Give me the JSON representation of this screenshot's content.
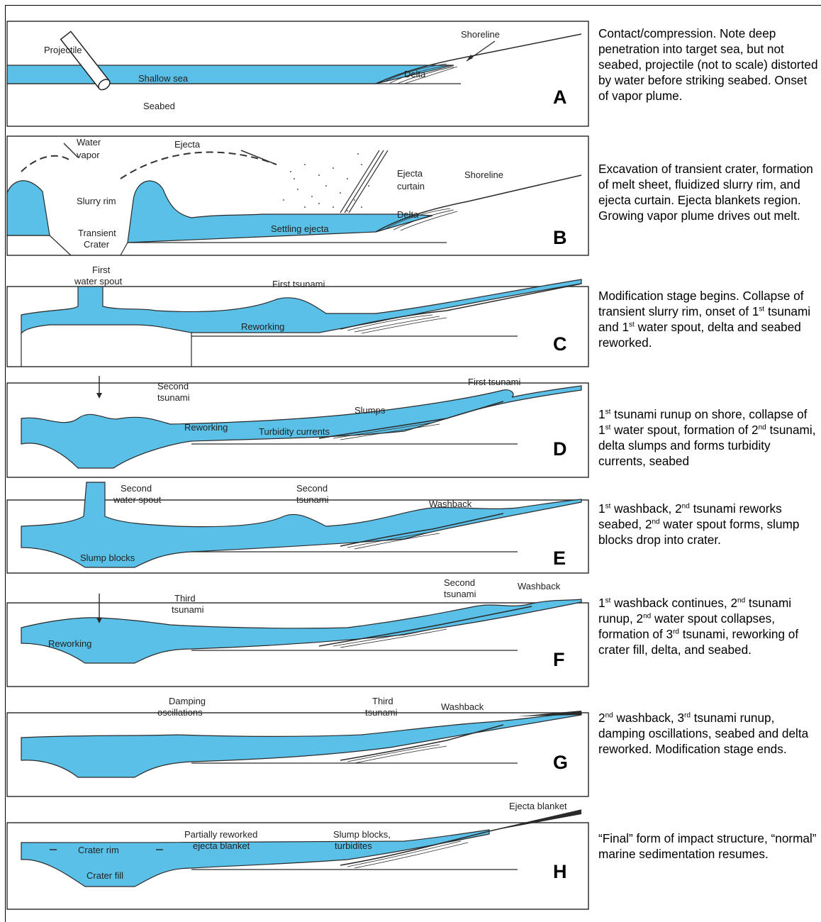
{
  "colors": {
    "water": "#5bc0e8",
    "outline": "#2a2a2a",
    "rock": "#ffffff",
    "hatch": "#8a8a8a"
  },
  "panels": [
    {
      "letter": "A",
      "labels": {
        "projectile": "Projectile",
        "shallow_sea": "Shallow sea",
        "seabed": "Seabed",
        "delta": "Delta",
        "shoreline": "Shoreline"
      },
      "caption": [
        "Contact/compression.  Note deep penetration into target sea, but not seabed, projectile (not to scale) distorted by water before striking seabed.  Onset of vapor plume."
      ]
    },
    {
      "letter": "B",
      "labels": {
        "water_vapor_1": "Water",
        "water_vapor_2": "vapor",
        "ejecta": "Ejecta",
        "ejecta_curtain_1": "Ejecta",
        "ejecta_curtain_2": "curtain",
        "shoreline": "Shoreline",
        "slurry_rim": "Slurry rim",
        "transient_1": "Transient",
        "transient_2": "Crater",
        "delta": "Delta",
        "settling": "Settling ejecta"
      },
      "caption": [
        "Excavation of transient crater, formation of melt sheet, fluidized slurry rim, and ejecta curtain.  Ejecta blankets region.  Growing vapor plume drives out melt."
      ]
    },
    {
      "letter": "C",
      "labels": {
        "spout_1": "First",
        "spout_2": "water spout",
        "tsunami": "First tsunami",
        "reworking": "Reworking"
      },
      "caption": [
        "Modification stage begins.  Collapse of transient slurry rim, onset of 1",
        "st",
        " tsunami and 1",
        "st",
        " water spout, delta and seabed reworked."
      ]
    },
    {
      "letter": "D",
      "labels": {
        "second_1": "Second",
        "second_2": "tsunami",
        "first_tsunami": "First tsunami",
        "slumps": "Slumps",
        "reworking": "Reworking",
        "turbidity": "Turbidity currents"
      },
      "caption": [
        "1",
        "st",
        " tsunami runup on shore, collapse of 1",
        "st",
        " water spout, formation of 2",
        "nd",
        " tsunami, delta slumps and forms turbidity currents, seabed"
      ]
    },
    {
      "letter": "E",
      "labels": {
        "spout_1": "Second",
        "spout_2": "water spout",
        "tsunami_1": "Second",
        "tsunami_2": "tsunami",
        "washback": "Washback",
        "slump_blocks": "Slump blocks"
      },
      "caption": [
        "1",
        "st",
        " washback, 2",
        "nd",
        " tsunami reworks seabed, 2",
        "nd",
        " water spout forms, slump blocks drop into crater."
      ]
    },
    {
      "letter": "F",
      "labels": {
        "third_1": "Third",
        "third_2": "tsunami",
        "second_1": "Second",
        "second_2": "tsunami",
        "washback": "Washback",
        "reworking": "Reworking"
      },
      "caption": [
        "1",
        "st",
        " washback continues, 2",
        "nd",
        " tsunami runup, 2",
        "nd",
        " water spout collapses, formation of 3",
        "rd",
        " tsunami, reworking of crater fill, delta, and seabed."
      ]
    },
    {
      "letter": "G",
      "labels": {
        "damping_1": "Damping",
        "damping_2": "oscillations",
        "third_1": "Third",
        "third_2": "tsunami",
        "washback": "Washback"
      },
      "caption": [
        "2",
        "nd",
        " washback, 3",
        "rd",
        " tsunami runup, damping oscillations, seabed and delta reworked.  Modification stage ends."
      ]
    },
    {
      "letter": "H",
      "labels": {
        "ejecta_blanket": "Ejecta blanket",
        "partial_1": "Partially reworked",
        "partial_2": "ejecta blanket",
        "slump_1": "Slump blocks,",
        "slump_2": "turbidites",
        "crater_rim": "Crater rim",
        "crater_fill": "Crater fill"
      },
      "caption": [
        "“Final” form of impact structure, “normal” marine sedimentation resumes."
      ]
    }
  ]
}
